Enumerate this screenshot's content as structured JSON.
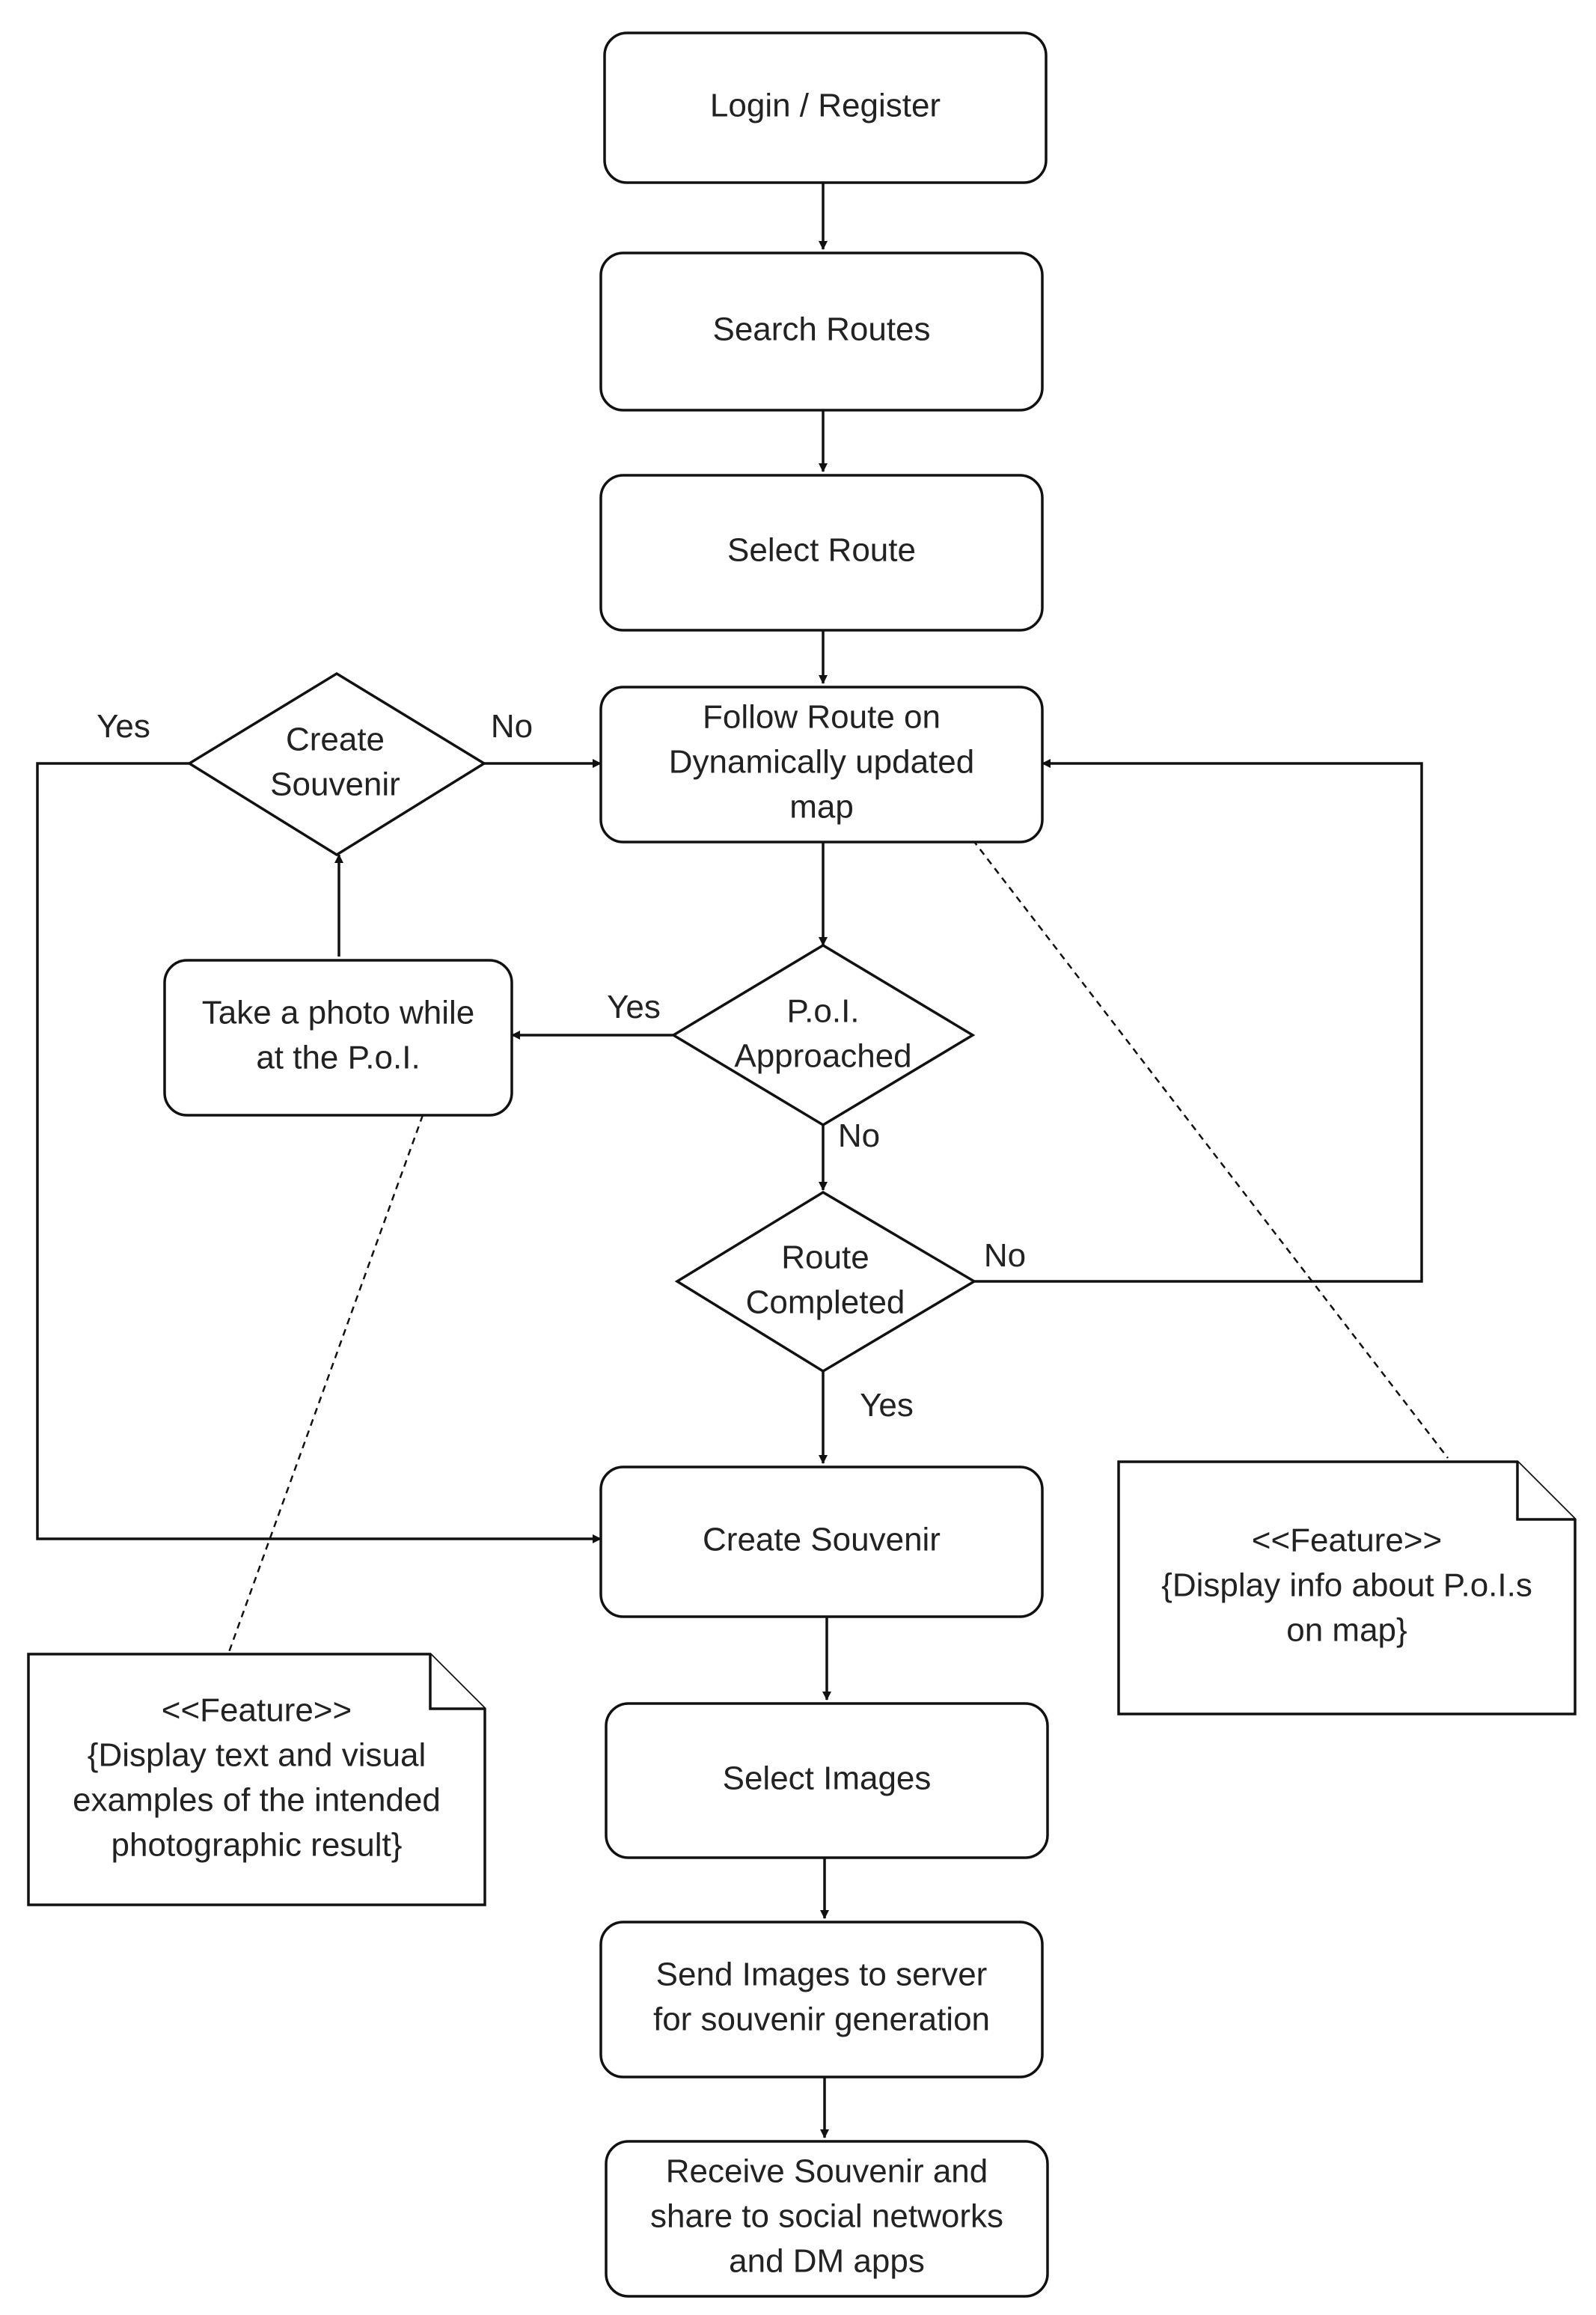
{
  "nodes": {
    "login": [
      "Login / Register"
    ],
    "search": [
      "Search Routes"
    ],
    "select_route": [
      "Select Route"
    ],
    "follow": [
      "Follow Route on",
      "Dynamically updated",
      "map"
    ],
    "create_decision": [
      "Create",
      "Souvenir"
    ],
    "photo": [
      "Take a photo while",
      "at the P.o.I."
    ],
    "poi_decision": [
      "P.o.I.",
      "Approached"
    ],
    "route_decision": [
      "Route",
      "Completed"
    ],
    "create_souvenir": [
      "Create Souvenir"
    ],
    "select_images": [
      "Select Images"
    ],
    "send_images": [
      "Send Images to server",
      "for souvenir generation"
    ],
    "receive": [
      "Receive Souvenir and",
      "share to social networks",
      "and DM apps"
    ]
  },
  "edge_labels": {
    "create_yes": "Yes",
    "create_no": "No",
    "poi_yes": "Yes",
    "poi_no": "No",
    "route_no": "No",
    "route_yes": "Yes"
  },
  "notes": {
    "photo_note": [
      "<<Feature>>",
      "{Display text and visual",
      "examples of the intended",
      "photographic result}"
    ],
    "map_note": [
      "<<Feature>>",
      "{Display info about P.o.I.s",
      "on map}"
    ]
  }
}
